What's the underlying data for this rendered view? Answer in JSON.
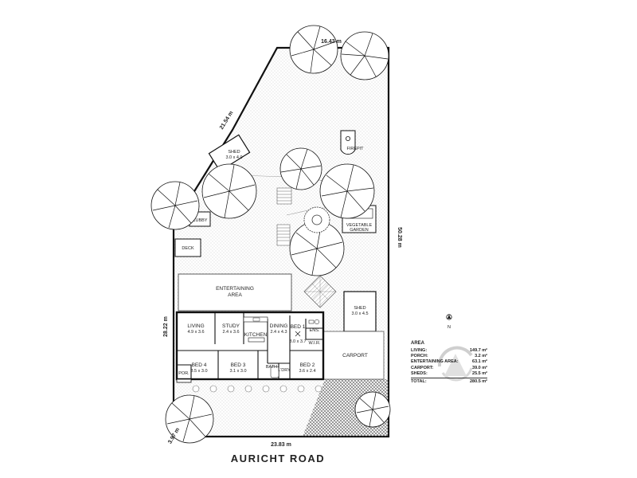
{
  "dimensions": {
    "top": "16.43 m",
    "diagonal": "21.54 m",
    "right": "50.28 m",
    "left": "28.22 m",
    "corner": "3.97 m",
    "bottom": "23.83 m"
  },
  "road": "AURICHT ROAD",
  "north_label": "N",
  "labels": {
    "firepit": "FIREPIT",
    "shed_top_name": "SHED",
    "shed_top_size": "3.0 x 4.0",
    "cubby": "CUBBY",
    "deck": "DECK",
    "vegetable_line1": "VEGETABLE",
    "vegetable_line2": "GARDEN",
    "entertaining_line1": "ENTERTAINING",
    "entertaining_line2": "AREA",
    "shed_right_name": "SHED",
    "shed_right_size": "3.0 x 4.5",
    "carport": "CARPORT"
  },
  "rooms": {
    "living": {
      "name": "LIVING",
      "size": "4.9 x 3.6"
    },
    "study": {
      "name": "STUDY",
      "size": "2.4 x 3.6"
    },
    "kitchen": {
      "name": "KITCHEN"
    },
    "dining": {
      "name": "DINING",
      "size": "2.4 x 4.3"
    },
    "bed1": {
      "name": "BED 1",
      "size": "3.0 x 3.7"
    },
    "ens": {
      "name": "ENS."
    },
    "wir": {
      "name": "W.I.R."
    },
    "bed4": {
      "name": "BED 4",
      "size": "3.5 x 3.0"
    },
    "bed3": {
      "name": "BED 3",
      "size": "3.1 x 3.0"
    },
    "bath": {
      "name": "BATH"
    },
    "ldry": {
      "name": "L'DRY"
    },
    "bed2": {
      "name": "BED 2",
      "size": "3.6 x 2.4"
    },
    "por": {
      "name": "POR."
    }
  },
  "area": {
    "title": "AREA",
    "rows": [
      {
        "label": "LIVING:",
        "value": "149.7 m²"
      },
      {
        "label": "PORCH:",
        "value": "3.2 m²"
      },
      {
        "label": "ENTERTAINING AREA:",
        "value": "63.1 m²"
      },
      {
        "label": "CARPORT:",
        "value": "39.0 m²"
      },
      {
        "label": "SHEDS:",
        "value": "25.5 m²"
      }
    ],
    "total": {
      "label": "TOTAL:",
      "value": "280.5 m²"
    }
  },
  "colors": {
    "line": "#111111",
    "stipple": "#bdbdbd",
    "logo": "#cfcfcf"
  }
}
